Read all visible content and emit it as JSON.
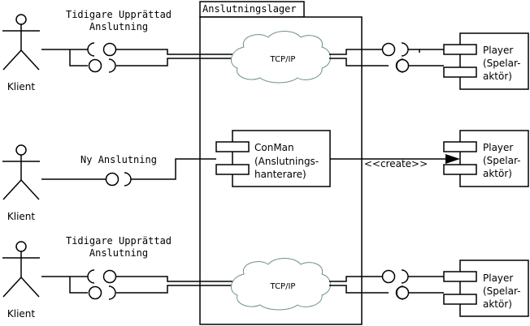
{
  "container": {
    "title": "Anslutningslager"
  },
  "actors": [
    {
      "label": "Klient"
    },
    {
      "label": "Klient"
    },
    {
      "label": "Klient"
    }
  ],
  "connections": [
    {
      "label_line1": "Tidigare Upprättad",
      "label_line2": "Anslutning"
    },
    {
      "label_line1": "Ny Anslutning"
    },
    {
      "label_line1": "Tidigare Upprättad",
      "label_line2": "Anslutning"
    }
  ],
  "clouds": [
    {
      "label": "TCP/IP"
    },
    {
      "label": "TCP/IP"
    }
  ],
  "conman": {
    "line1": "ConMan",
    "line2": "(Anslutnings-",
    "line3": "hanterare)"
  },
  "players": [
    {
      "line1": "Player",
      "line2": "(Spelar-",
      "line3": "aktör)"
    },
    {
      "line1": "Player",
      "line2": "(Spelar-",
      "line3": "aktör)"
    },
    {
      "line1": "Player",
      "line2": "(Spelar-",
      "line3": "aktör)"
    }
  ],
  "create_label": "<<create>>",
  "colors": {
    "cloud_stroke": "#6f8f8f",
    "line": "#000000"
  }
}
